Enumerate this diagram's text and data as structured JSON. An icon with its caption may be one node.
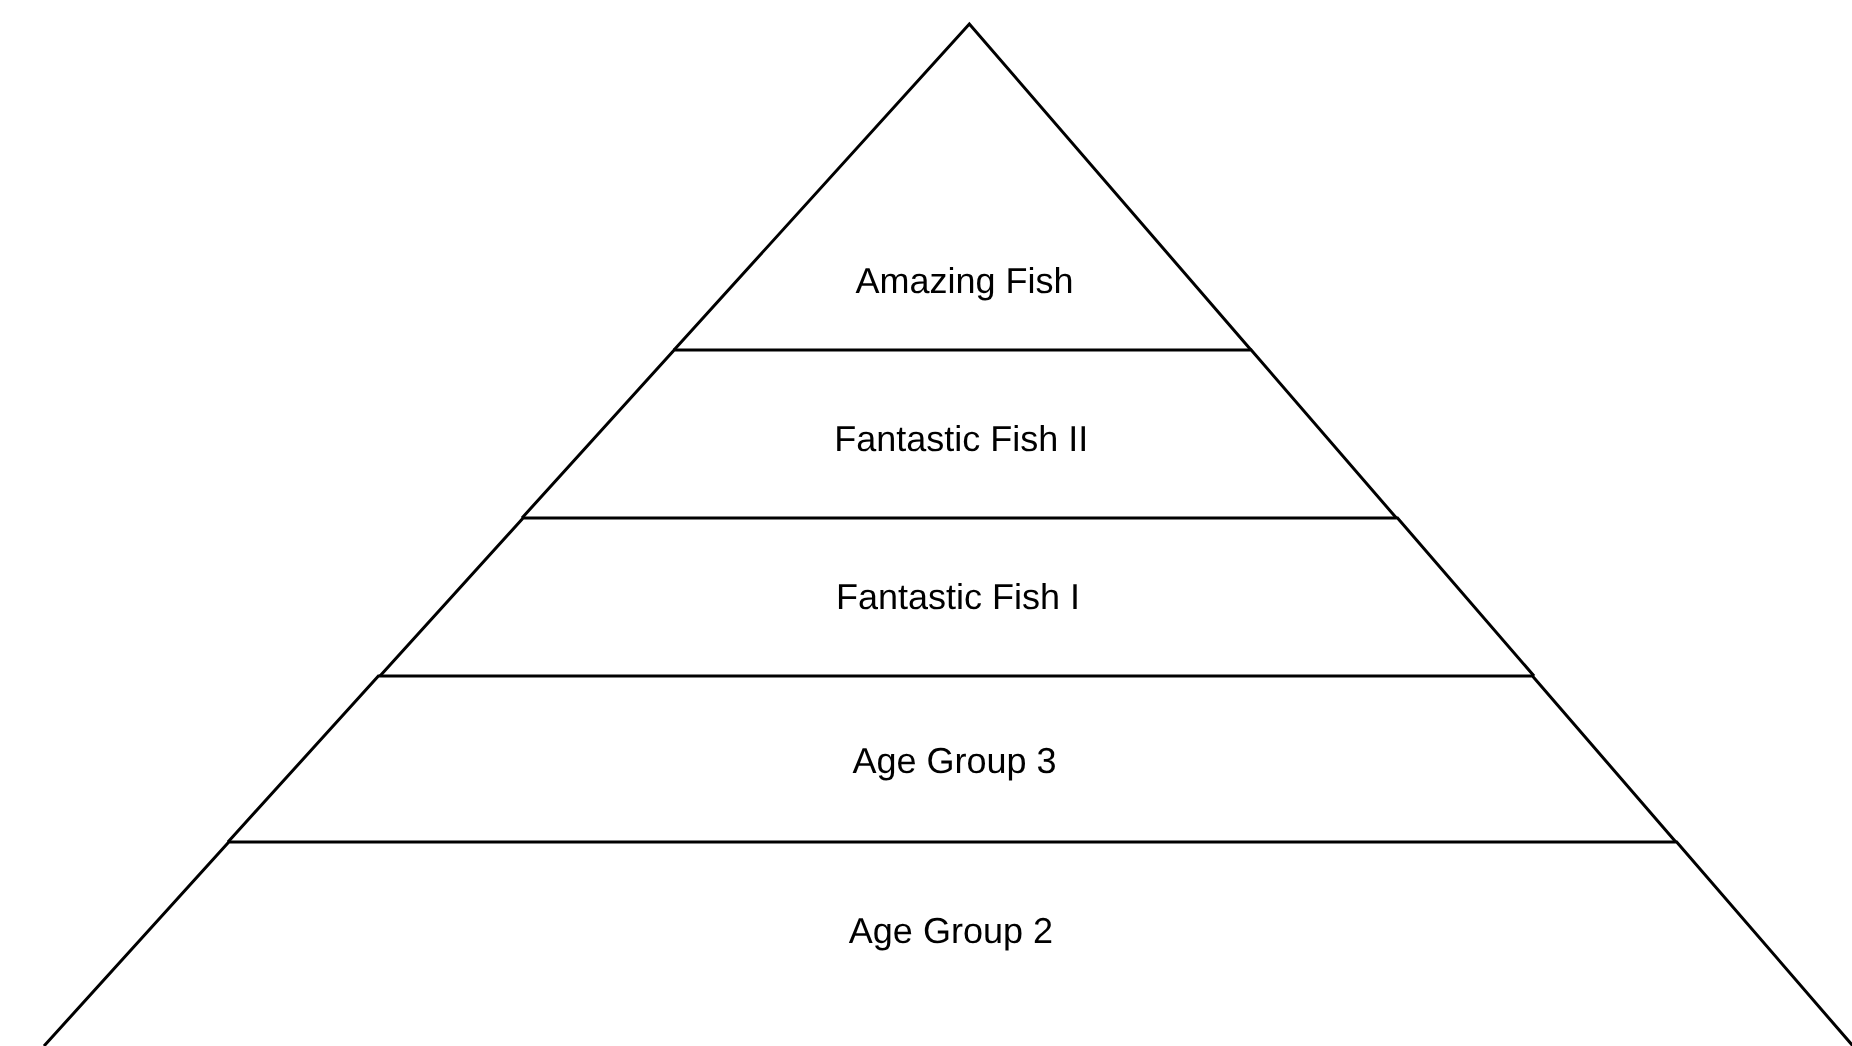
{
  "diagram": {
    "nodes": [
      {
        "text": [
          "Amazing Fish"
        ]
      },
      {
        "text": [
          "Fantastic Fish II"
        ]
      },
      {
        "text": [
          "Fantastic Fish I"
        ]
      },
      {
        "text": [
          "Age Group 3"
        ]
      },
      {
        "text": [
          "Age Group 2"
        ]
      }
    ]
  }
}
